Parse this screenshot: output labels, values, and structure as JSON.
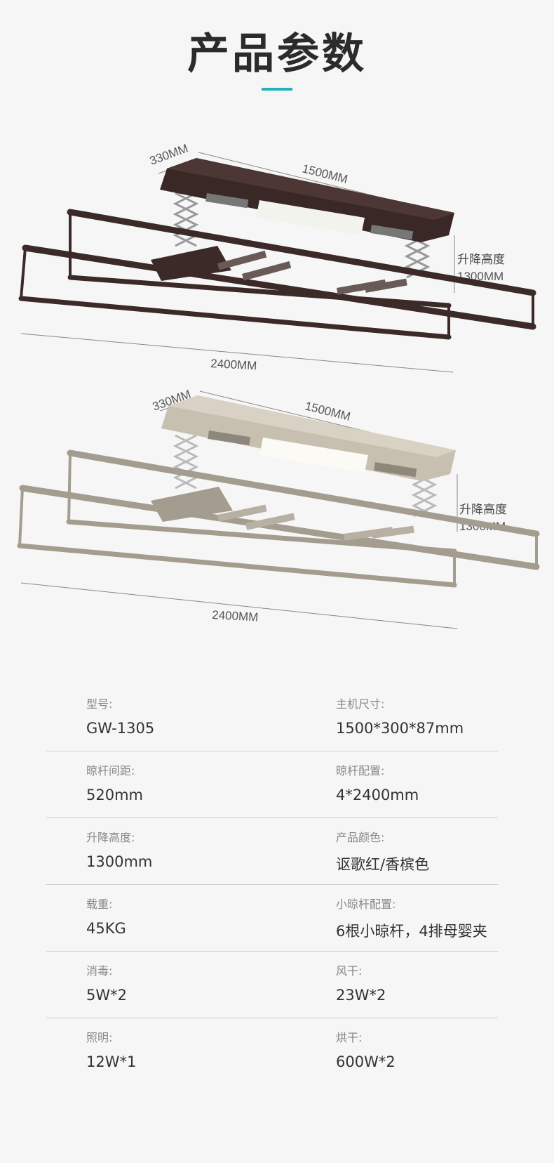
{
  "page_title": "产品参数",
  "accent_color": "#22b3b8",
  "figures": [
    {
      "depth": "330MM",
      "length": "1500MM",
      "lift_label": "升降高度",
      "lift_value": "1300MM",
      "width": "2400MM",
      "frame_color": "#3c2a28",
      "head_color": "#3a2826"
    },
    {
      "depth": "330MM",
      "length": "1500MM",
      "lift_label": "升降高度",
      "lift_value": "1300MM",
      "width": "2400MM",
      "frame_color": "#a39c8f",
      "head_color": "#c7bfb0"
    }
  ],
  "specs": [
    {
      "left_label": "型号:",
      "left_value": "GW-1305",
      "right_label": "主机尺寸:",
      "right_value": "1500*300*87mm"
    },
    {
      "left_label": "晾杆间距:",
      "left_value": "520mm",
      "right_label": "晾杆配置:",
      "right_value": "4*2400mm"
    },
    {
      "left_label": "升降高度:",
      "left_value": "1300mm",
      "right_label": "产品颜色:",
      "right_value": "讴歌红/香槟色"
    },
    {
      "left_label": "载重:",
      "left_value": "45KG",
      "right_label": "小晾杆配置:",
      "right_value": "6根小晾杆，4排母婴夹"
    },
    {
      "left_label": "消毒:",
      "left_value": "5W*2",
      "right_label": "风干:",
      "right_value": "23W*2"
    },
    {
      "left_label": "照明:",
      "left_value": "12W*1",
      "right_label": "烘干:",
      "right_value": "600W*2"
    }
  ]
}
